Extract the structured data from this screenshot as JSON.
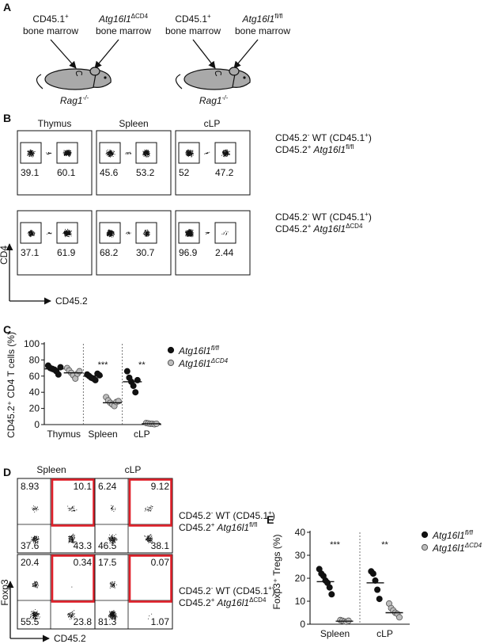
{
  "panel_letters": [
    "A",
    "B",
    "C",
    "D",
    "E"
  ],
  "panelA": {
    "left": {
      "donor1_l1": "CD45.1",
      "donor1_sup": "+",
      "donor1_l2": "bone marrow",
      "donor2_gene": "Atg16l1",
      "donor2_sup": "ΔCD4",
      "donor2_l2": "bone marrow",
      "recipient": "Rag1",
      "recipient_sup": "-/-"
    },
    "right": {
      "donor1_l1": "CD45.1",
      "donor1_sup": "+",
      "donor1_l2": "bone marrow",
      "donor2_gene": "Atg16l1",
      "donor2_sup": "fl/fl",
      "donor2_l2": "bone marrow",
      "recipient": "Rag1",
      "recipient_sup": "-/-"
    }
  },
  "panelB": {
    "tissues": [
      "Thymus",
      "Spleen",
      "cLP"
    ],
    "row1": {
      "values": [
        [
          "39.1",
          "60.1"
        ],
        [
          "45.6",
          "53.2"
        ],
        [
          "52",
          "47.2"
        ]
      ],
      "legend1_a": "CD45.2",
      "legend1_sup": "-",
      "legend1_b": " WT (CD45.1",
      "legend1_sup2": "+",
      "legend1_c": ")",
      "legend2_a": "CD45.2",
      "legend2_sup": "+",
      "legend2_gene": "Atg16l1",
      "legend2_gene_sup": "fl/fl"
    },
    "row2": {
      "values": [
        [
          "37.1",
          "61.9"
        ],
        [
          "68.2",
          "30.7"
        ],
        [
          "96.9",
          "2.44"
        ]
      ],
      "legend1_a": "CD45.2",
      "legend1_sup": "-",
      "legend1_b": " WT (CD45.1",
      "legend1_sup2": "+",
      "legend1_c": ")",
      "legend2_a": "CD45.2",
      "legend2_sup": "+",
      "legend2_gene": "Atg16l1",
      "legend2_gene_sup": "ΔCD4"
    },
    "y_axis": "CD4",
    "x_axis": "CD45.2"
  },
  "panelD": {
    "tissues": [
      "Spleen",
      "cLP"
    ],
    "row1": {
      "values": [
        [
          "8.93",
          "10.1",
          "37.6",
          "43.3"
        ],
        [
          "6.24",
          "9.12",
          "46.5",
          "38.1"
        ]
      ],
      "legend1_a": "CD45.2",
      "legend1_sup": "-",
      "legend1_b": " WT (CD45.1",
      "legend1_sup2": "+",
      "legend1_c": ")",
      "legend2_a": "CD45.2",
      "legend2_sup": "+",
      "legend2_gene": "Atg16l1",
      "legend2_gene_sup": "fl/fl"
    },
    "row2": {
      "values": [
        [
          "20.4",
          "0.34",
          "55.5",
          "23.8"
        ],
        [
          "17.5",
          "0.07",
          "81.3",
          "1.07"
        ]
      ],
      "legend1_a": "CD45.2",
      "legend1_sup": "-",
      "legend1_b": " WT (CD45.1",
      "legend1_sup2": "+",
      "legend1_c": ")",
      "legend2_a": "CD45.2",
      "legend2_sup": "+",
      "legend2_gene": "Atg16l1",
      "legend2_gene_sup": "ΔCD4"
    },
    "y_axis": "Foxp3",
    "x_axis": "CD45.2",
    "gate_color": "#e0202a"
  },
  "colors": {
    "filled": "#111111",
    "open": "#bdbdbd",
    "mouse": "#a9a9a9"
  },
  "chart_data": [
    {
      "id": "C",
      "type": "scatter",
      "ylabel": "CD45.2⁺ CD4 T cells (%)",
      "ylim": [
        0,
        100
      ],
      "yticks": [
        0,
        20,
        40,
        60,
        80,
        100
      ],
      "categories": [
        "Thymus",
        "Spleen",
        "cLP"
      ],
      "significance": [
        "",
        "***",
        "**"
      ],
      "legend_position": "top-right",
      "series": [
        {
          "name": "Atg16l1",
          "name_sup": "fl/fl",
          "style": "filled",
          "values": [
            [
              73,
              70,
              69,
              68,
              66,
              62,
              71
            ],
            [
              62,
              60,
              58,
              57,
              55,
              63,
              61
            ],
            [
              66,
              58,
              53,
              48,
              40,
              55
            ]
          ],
          "means": [
            69,
            60,
            53
          ]
        },
        {
          "name": "Atg16l1",
          "name_sup": "ΔCD4",
          "style": "open",
          "values": [
            [
              70,
              67,
              64,
              61,
              57,
              63,
              66
            ],
            [
              34,
              30,
              27,
              25,
              23,
              28,
              29
            ],
            [
              2,
              1.5,
              1,
              1,
              0.5,
              1
            ]
          ],
          "means": [
            64,
            27,
            1
          ]
        }
      ]
    },
    {
      "id": "E",
      "type": "scatter",
      "ylabel": "Foxp3⁺ Tregs (%)",
      "ylim": [
        0,
        40
      ],
      "yticks": [
        0,
        10,
        20,
        30,
        40
      ],
      "categories": [
        "Spleen",
        "cLP"
      ],
      "significance": [
        "***",
        "**"
      ],
      "legend_position": "top-right",
      "series": [
        {
          "name": "Atg16l1",
          "name_sup": "fl/fl",
          "style": "filled",
          "values": [
            [
              24,
              22,
              21,
              19,
              18,
              16,
              13
            ],
            [
              23,
              22,
              19,
              15,
              11
            ]
          ],
          "means": [
            18.5,
            18
          ]
        },
        {
          "name": "Atg16l1",
          "name_sup": "ΔCD4",
          "style": "open",
          "values": [
            [
              1.8,
              1.5,
              1.2,
              1,
              1.5
            ],
            [
              9,
              7,
              6,
              5,
              4.5,
              3
            ]
          ],
          "means": [
            1.3,
            5
          ]
        }
      ]
    }
  ]
}
